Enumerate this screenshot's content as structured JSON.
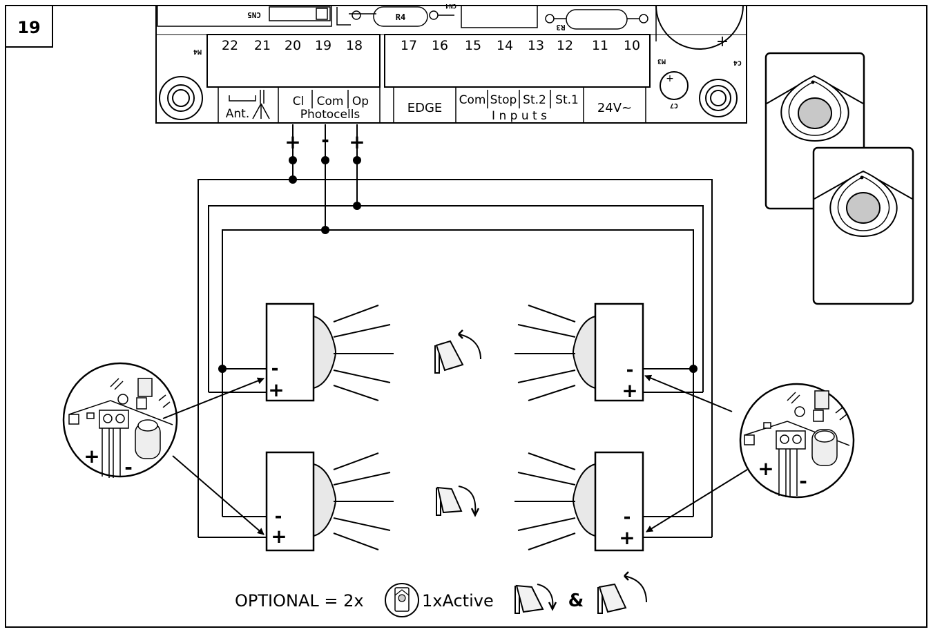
{
  "figure": {
    "number": "19"
  },
  "board": {
    "terminal_numbers": [
      "22",
      "21",
      "20",
      "19",
      "18",
      "17",
      "16",
      "15",
      "14",
      "13",
      "12",
      "11",
      "10"
    ],
    "ant_label": "Ant.",
    "cl_label": "Cl",
    "com_label": "Com",
    "op_label": "Op",
    "photocells_label": "Photocells",
    "edge_label": "EDGE",
    "input_com": "Com",
    "input_stop": "Stop",
    "input_st2": "St.2",
    "input_st1": "St.1",
    "inputs_label": "I n p u t s",
    "power_label": "24V~",
    "comp_r4": "R4",
    "comp_r3": "R3",
    "comp_cn5": "CN5",
    "comp_cn4": "CN4",
    "comp_m4": "M4",
    "comp_m3": "M3",
    "comp_c4": "C4",
    "comp_c7": "C7",
    "cap_plus": "+"
  },
  "wiring": {
    "top_plus_left": "+",
    "top_minus": "-",
    "top_plus_right": "+"
  },
  "photocells": {
    "minus": "-",
    "plus": "+"
  },
  "connectors": {
    "plus": "+",
    "minus": "-"
  },
  "legend": {
    "prefix": "OPTIONAL = 2x",
    "middle": "1xActive",
    "amp": "&"
  }
}
